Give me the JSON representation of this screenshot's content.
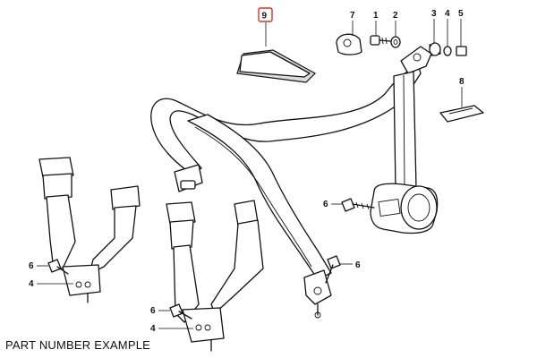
{
  "caption": "PART NUMBER EXAMPLE",
  "highlight_color": "#e0301e",
  "callouts": {
    "c9": "9",
    "c7": "7",
    "c1": "1",
    "c2": "2",
    "c3": "3",
    "c4_top": "4",
    "c5": "5",
    "c8": "8",
    "c6_reel": "6",
    "c6_right": "6",
    "c6_left": "6",
    "c4_left": "4",
    "c6_center": "6",
    "c4_center": "4"
  }
}
